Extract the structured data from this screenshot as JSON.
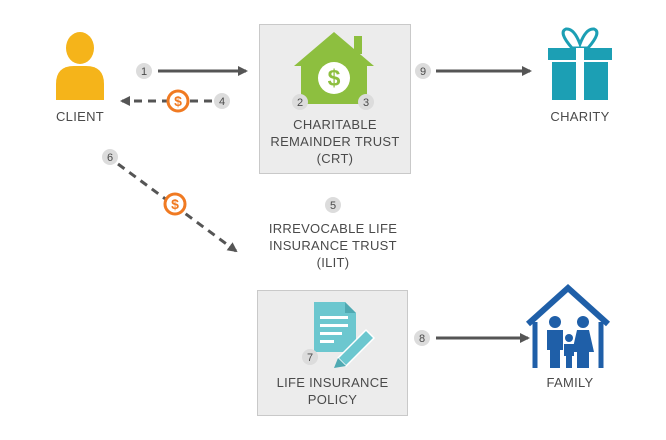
{
  "nodes": {
    "client": {
      "label": "CLIENT"
    },
    "crt": {
      "label": "CHARITABLE\nREMAINDER TRUST\n(CRT)"
    },
    "charity": {
      "label": "CHARITY"
    },
    "ilit": {
      "label": "IRREVOCABLE LIFE\nINSURANCE TRUST\n(ILIT)"
    },
    "policy": {
      "label": "LIFE INSURANCE\nPOLICY"
    },
    "family": {
      "label": "FAMILY"
    }
  },
  "steps": [
    "1",
    "2",
    "3",
    "4",
    "5",
    "6",
    "7",
    "8",
    "9"
  ],
  "icons": {
    "client": "person-icon",
    "crt": "house-dollar-icon",
    "charity": "gift-icon",
    "policy": "document-pen-icon",
    "family": "family-house-icon",
    "money": "dollar-coin-icon"
  },
  "colors": {
    "client": "#f5b41a",
    "crt": "#8dbf3f",
    "charity": "#1c9fb4",
    "policy": "#6cc7cf",
    "family": "#1f5fa8",
    "money": "#f07a22",
    "arrow": "#555555",
    "box_fill": "#ececec",
    "step_badge": "#dcdcdc"
  }
}
